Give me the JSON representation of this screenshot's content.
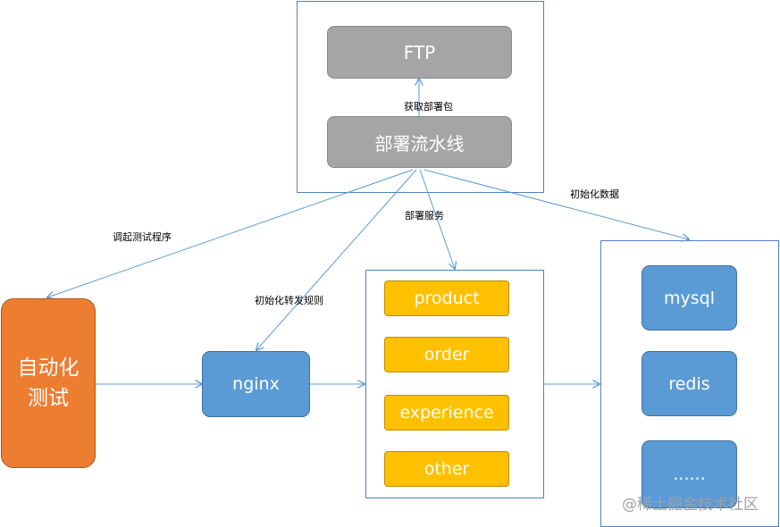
{
  "nodes": {
    "ftp": "FTP",
    "pipeline": "部署流水线",
    "auto_test_line1": "自动化",
    "auto_test_line2": "测试",
    "nginx": "nginx",
    "services": [
      "product",
      "order",
      "experience",
      "other"
    ],
    "data_stores": [
      "mysql",
      "redis",
      "......"
    ]
  },
  "edge_labels": {
    "get_package": "获取部署包",
    "invoke_tests": "调起测试程序",
    "deploy_service": "部署服务",
    "init_data": "初始化数据",
    "init_forward_rules": "初始化转发规则"
  },
  "watermark": "@稀土掘金技术社区",
  "colors": {
    "frame_border": "#4f81bd",
    "connector": "#5b9bd5",
    "gray_node": "#a5a5a5",
    "blue_node": "#5b9bd5",
    "yellow_node": "#ffc000",
    "orange_node": "#ed7d31"
  }
}
